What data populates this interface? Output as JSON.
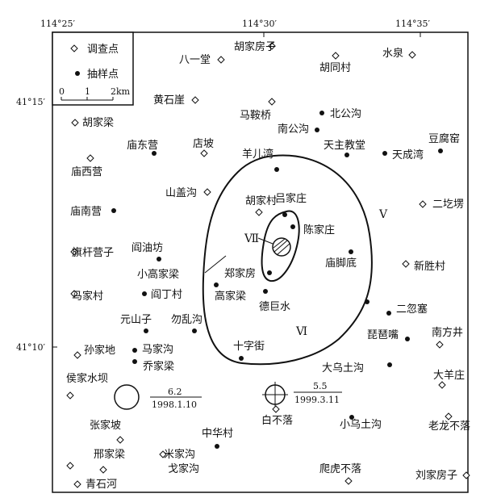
{
  "axis": {
    "lon_ticks": [
      "114°25′",
      "114°30′",
      "114°35′"
    ],
    "lat_ticks": [
      "41°15′",
      "41°10′"
    ]
  },
  "legend": {
    "survey_point": "调查点",
    "sample_point": "抽样点",
    "scale_0": "0",
    "scale_1": "1",
    "scale_2": "2km"
  },
  "intensity": {
    "v_outer": "Ⅴ",
    "vi": "Ⅵ",
    "vii": "Ⅶ"
  },
  "events": [
    {
      "magnitude": "6.2",
      "date": "1998.1.10"
    },
    {
      "magnitude": "5.5",
      "date": "1999.3.11"
    }
  ],
  "places": [
    {
      "name": "八一堂",
      "type": "survey"
    },
    {
      "name": "胡家房子",
      "type": "survey"
    },
    {
      "name": "胡同村",
      "type": "survey"
    },
    {
      "name": "水泉",
      "type": "survey"
    },
    {
      "name": "黄石崖",
      "type": "survey"
    },
    {
      "name": "马鞍桥",
      "type": "survey"
    },
    {
      "name": "北公沟",
      "type": "sample"
    },
    {
      "name": "胡家梁",
      "type": "survey"
    },
    {
      "name": "南公沟",
      "type": "sample"
    },
    {
      "name": "庙东营",
      "type": "sample"
    },
    {
      "name": "店坡",
      "type": "survey"
    },
    {
      "name": "天主教堂",
      "type": "sample"
    },
    {
      "name": "豆腐窑",
      "type": "sample"
    },
    {
      "name": "天成湾",
      "type": "sample"
    },
    {
      "name": "羊儿湾",
      "type": "sample"
    },
    {
      "name": "庙西营",
      "type": "survey"
    },
    {
      "name": "山盖沟",
      "type": "survey"
    },
    {
      "name": "胡家村",
      "type": "survey"
    },
    {
      "name": "吕家庄",
      "type": "sample"
    },
    {
      "name": "二圪塄",
      "type": "survey"
    },
    {
      "name": "庙南营",
      "type": "sample"
    },
    {
      "name": "陈家庄",
      "type": "sample"
    },
    {
      "name": "旗杆营子",
      "type": "survey"
    },
    {
      "name": "阎油坊",
      "type": "sample"
    },
    {
      "name": "庙脚底",
      "type": "sample"
    },
    {
      "name": "新胜村",
      "type": "survey"
    },
    {
      "name": "小高家梁",
      "type": "sample"
    },
    {
      "name": "郑家房",
      "type": "sample"
    },
    {
      "name": "马家村",
      "type": "survey"
    },
    {
      "name": "阎丁村",
      "type": "sample"
    },
    {
      "name": "高家梁",
      "type": "sample"
    },
    {
      "name": "德巨水",
      "type": "sample"
    },
    {
      "name": "二忽塞",
      "type": "sample"
    },
    {
      "name": "元山子",
      "type": "sample"
    },
    {
      "name": "勿乱沟",
      "type": "sample"
    },
    {
      "name": "琵琶嘴",
      "type": "sample"
    },
    {
      "name": "南方井",
      "type": "survey"
    },
    {
      "name": "孙家地",
      "type": "survey"
    },
    {
      "name": "马家沟",
      "type": "sample"
    },
    {
      "name": "十字街",
      "type": "sample"
    },
    {
      "name": "乔家梁",
      "type": "sample"
    },
    {
      "name": "大乌土沟",
      "type": "sample"
    },
    {
      "name": "大羊庄",
      "type": "survey"
    },
    {
      "name": "侯家水坝",
      "type": "survey"
    },
    {
      "name": "白不落",
      "type": "survey"
    },
    {
      "name": "小乌土沟",
      "type": "sample"
    },
    {
      "name": "老龙不落",
      "type": "survey"
    },
    {
      "name": "张家坡",
      "type": "survey"
    },
    {
      "name": "中华村",
      "type": "sample"
    },
    {
      "name": "邢家梁",
      "type": "survey"
    },
    {
      "name": "米家沟",
      "type": "survey"
    },
    {
      "name": "戈家沟",
      "type": "survey"
    },
    {
      "name": "爬虎不落",
      "type": "survey"
    },
    {
      "name": "刘家房子",
      "type": "survey"
    },
    {
      "name": "青石河",
      "type": "survey"
    }
  ]
}
